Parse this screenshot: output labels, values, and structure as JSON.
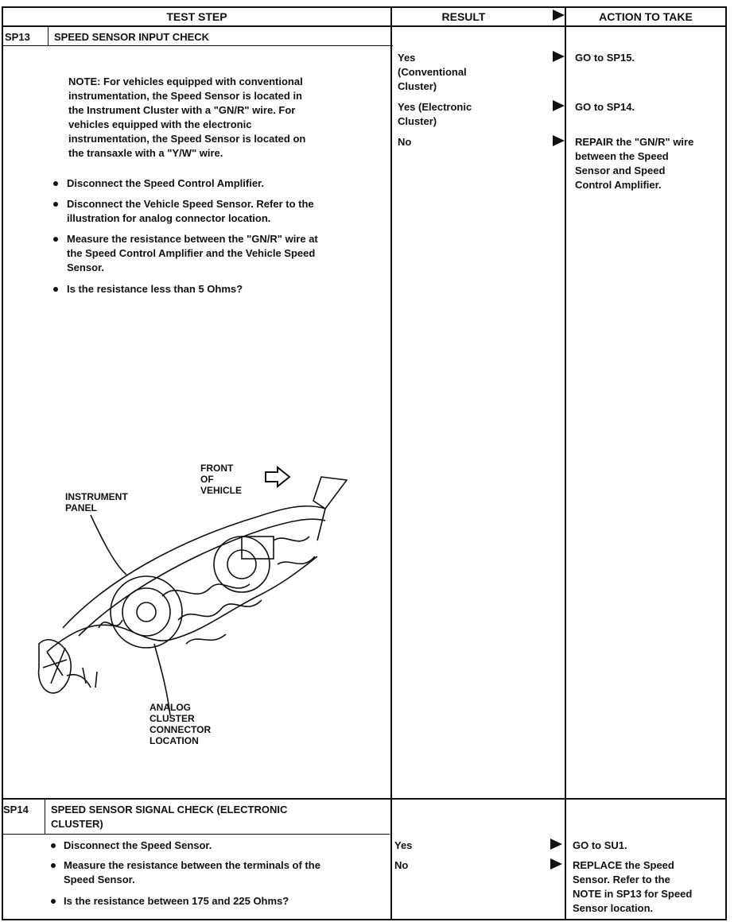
{
  "header": {
    "test_step": "TEST STEP",
    "result": "RESULT",
    "action": "ACTION TO TAKE"
  },
  "sp13": {
    "id": "SP13",
    "title": "SPEED SENSOR INPUT CHECK",
    "note": "NOTE: For vehicles equipped with conventional\ninstrumentation, the Speed Sensor is located in\nthe Instrument Cluster with a \"GN/R\" wire. For\nvehicles equipped with the electronic\ninstrumentation, the Speed Sensor is located on\nthe transaxle with a \"Y/W\" wire.",
    "steps": [
      "Disconnect the Speed Control Amplifier.",
      "Disconnect the Vehicle Speed Sensor. Refer to the\nillustration for analog connector location.",
      "Measure the resistance between the \"GN/R\" wire at\nthe Speed Control Amplifier and the Vehicle Speed\nSensor.",
      "Is the resistance less than 5 Ohms?"
    ],
    "results": [
      "Yes\n(Conventional\nCluster)",
      "Yes (Electronic\nCluster)",
      "No"
    ],
    "actions": [
      "GO to SP15.",
      "GO to SP14.",
      "REPAIR the \"GN/R\" wire\nbetween the Speed\nSensor and Speed\nControl Amplifier."
    ],
    "figure": {
      "front_label": "FRONT\nOF\nVEHICLE",
      "panel_label": "INSTRUMENT\nPANEL",
      "connector_label": "ANALOG\nCLUSTER\nCONNECTOR\nLOCATION"
    }
  },
  "sp14": {
    "id": "SP14",
    "title": "SPEED SENSOR SIGNAL CHECK (ELECTRONIC\nCLUSTER)",
    "steps": [
      "Disconnect the Speed Sensor.",
      "Measure the resistance between the terminals of the\nSpeed Sensor.",
      "Is the resistance between 175 and 225 Ohms?"
    ],
    "results": [
      "Yes",
      "No"
    ],
    "actions": [
      "GO to SU1.",
      "REPLACE the Speed\nSensor. Refer to the\nNOTE in SP13 for Speed\nSensor location."
    ]
  }
}
